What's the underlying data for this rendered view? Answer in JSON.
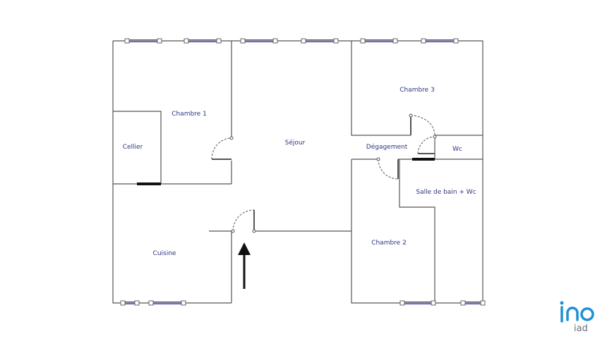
{
  "rooms": {
    "chambre1": "Chambre 1",
    "cellier": "Cellier",
    "sejour": "Séjour",
    "chambre3": "Chambre 3",
    "degagement": "Dégagement",
    "wc": "Wc",
    "salle_de_bain": "Salle de bain + Wc",
    "cuisine": "Cuisine",
    "chambre2": "Chambre 2"
  },
  "logo": {
    "text": "iad"
  },
  "colors": {
    "wall": "#555555",
    "window": "#4a4aa8",
    "label": "#2e3580",
    "logo_blue": "#1e8fd8",
    "logo_grey": "#6a6f78"
  },
  "icons": {
    "entrance": "arrow-up-icon",
    "logo": "iad-logo-icon"
  }
}
